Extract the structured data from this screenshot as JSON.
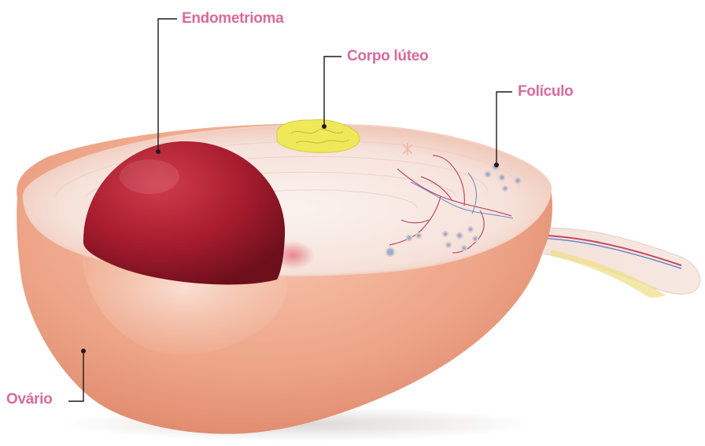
{
  "labels": {
    "endometrioma": "Endometrioma",
    "corpo_luteo": "Corpo lúteo",
    "foliculo": "Folículo",
    "ovario": "Ovário"
  },
  "colors": {
    "label": "#d86a9e",
    "leader": "#1a1a1a",
    "ovary_outer": "#eca287",
    "ovary_inner": "#f9e6e0",
    "endometrioma": "#a01c2c",
    "corpus_luteum": "#e8e24a",
    "vessels": "#b94a6a"
  }
}
